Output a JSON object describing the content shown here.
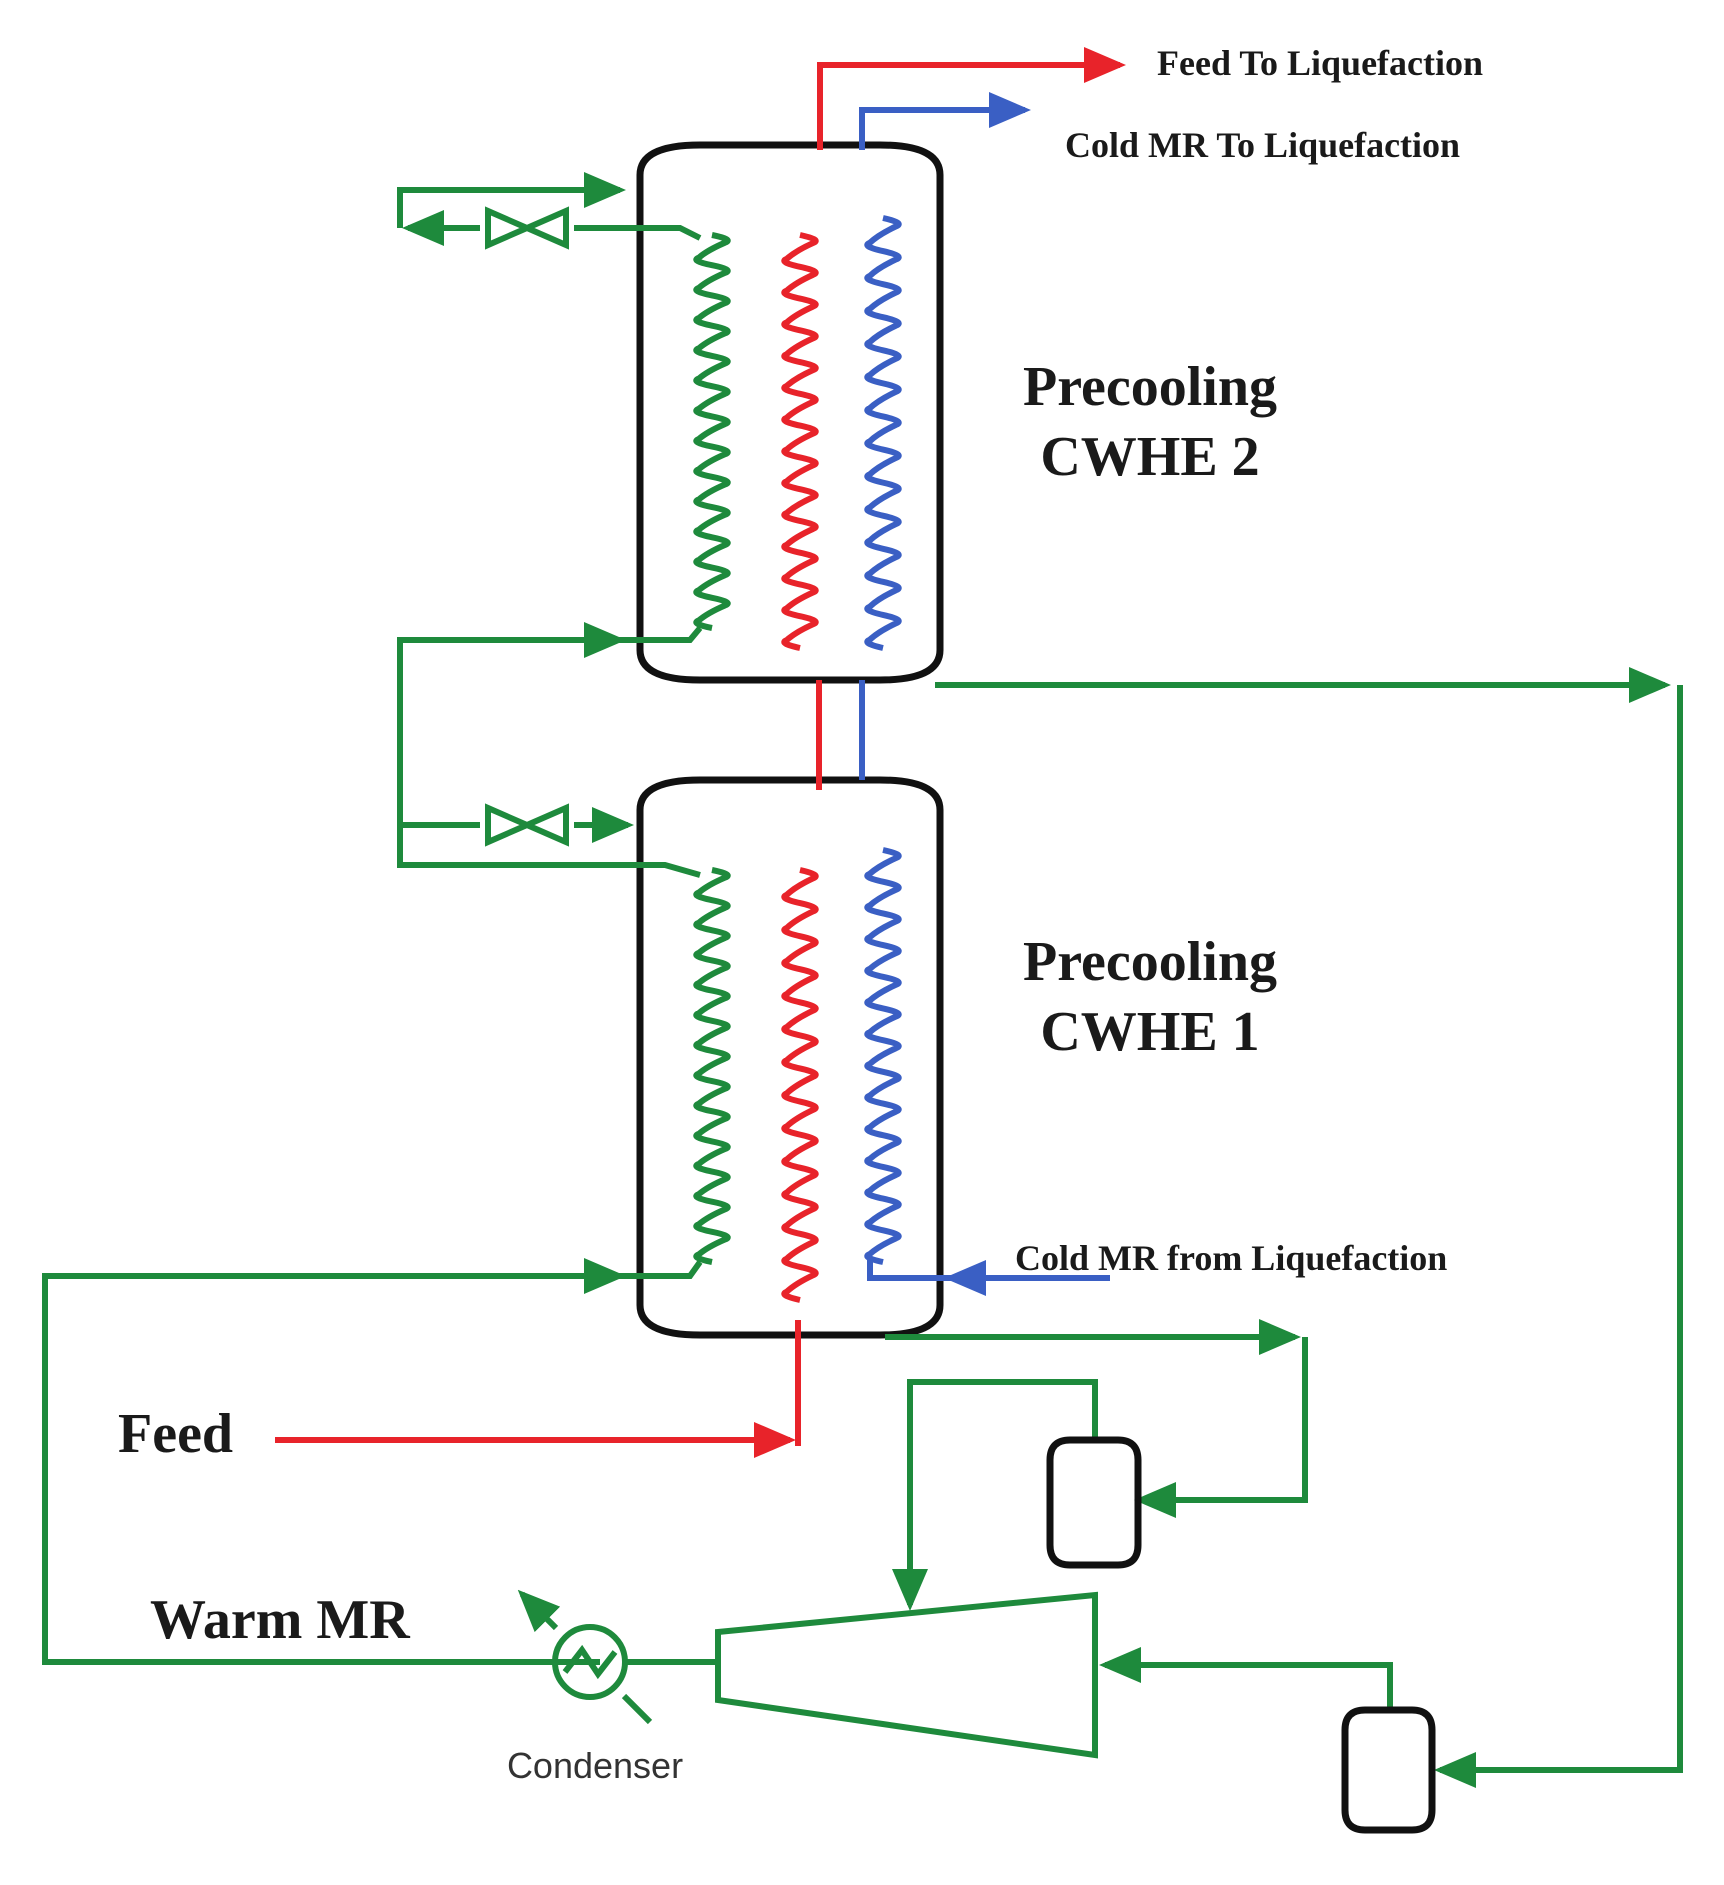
{
  "colors": {
    "mr": "#1e8a3c",
    "feed": "#e8232a",
    "cold_mr": "#3a5fc4",
    "vessel": "#111111"
  },
  "labels": {
    "feed_to_liquefaction": "Feed To Liquefaction",
    "cold_mr_to_liquefaction": "Cold MR To Liquefaction",
    "cwhe2_line1": "Precooling",
    "cwhe2_line2": "CWHE 2",
    "cwhe1_line1": "Precooling",
    "cwhe1_line2": "CWHE 1",
    "cold_mr_from_liquefaction": "Cold MR from Liquefaction",
    "feed": "Feed",
    "warm_mr": "Warm MR",
    "condenser": "Condenser"
  },
  "icons": {
    "valve": "bowtie-valve-icon",
    "condenser": "heat-exchanger-icon",
    "compressor": "compressor-icon",
    "drum": "separator-drum-icon"
  }
}
